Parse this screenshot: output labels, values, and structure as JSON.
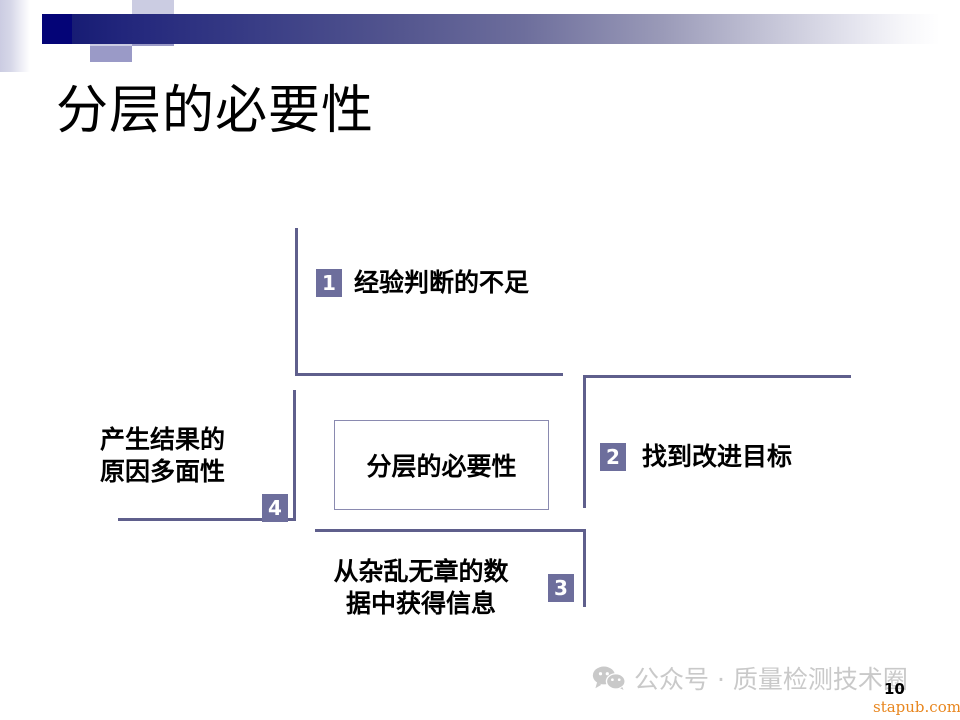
{
  "slide": {
    "title": "分层的必要性",
    "page_number": "10"
  },
  "center": {
    "label": "分层的必要性"
  },
  "nodes": [
    {
      "badge": "1",
      "label": "经验判断的不足",
      "line1": "经验判断的不足",
      "line2": ""
    },
    {
      "badge": "2",
      "label": "找到改进目标",
      "line1": "找到改进目标",
      "line2": ""
    },
    {
      "badge": "3",
      "label": "从杂乱无章的数据中获得信息",
      "line1": "从杂乱无章的数",
      "line2": "据中获得信息"
    },
    {
      "badge": "4",
      "label": "产生结果的原因多面性",
      "line1": "产生结果的",
      "line2": "原因多面性"
    }
  ],
  "footer": {
    "watermark": "公众号 · 质量检测技术圈",
    "site": "stapub.com"
  },
  "colors": {
    "accent_dark": "#171c74",
    "accent_mid": "#6d6e9c",
    "connector": "#5f5f8c",
    "badge_bg": "#6d6e9c",
    "box_border": "#8a8ab0",
    "watermark_text": "#c9c9c9",
    "site_text": "#e8861e"
  }
}
